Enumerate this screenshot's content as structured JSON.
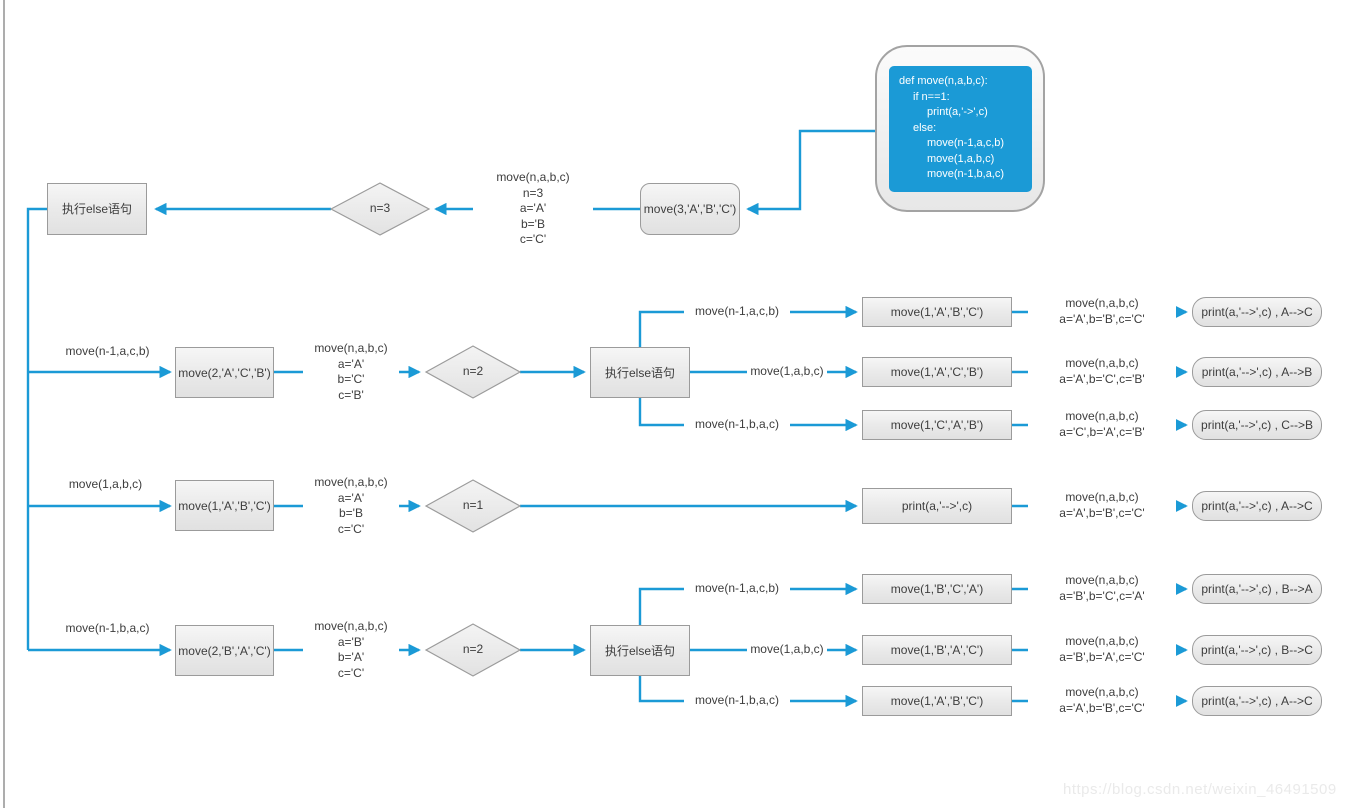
{
  "colors": {
    "accent_blue": "#1b9ad6",
    "box_border": "#9b9b9b",
    "box_fill": "#efefef"
  },
  "watermark": "https://blog.csdn.net/weixin_46491509",
  "code": {
    "l0": "def move(n,a,b,c):",
    "l1": "if n==1:",
    "l2": "print(a,'->',c)",
    "l3": "else:",
    "l4": "move(n-1,a,c,b)",
    "l5": "move(1,a,b,c)",
    "l6": "move(n-1,b,a,c)"
  },
  "main": {
    "exec_else": "执行else语句",
    "cond": "n=3",
    "state": "move(n,a,b,c)\nn=3\na='A'\nb='B\nc='C'",
    "call": "move(3,'A','B','C')"
  },
  "g1": {
    "in_label": "move(n-1,a,c,b)",
    "call": "move(2,'A','C','B')",
    "state": "move(n,a,b,c)\na='A'\nb='C'\nc='B'",
    "cond": "n=2",
    "exec_else": "执行else语句",
    "b1": {
      "edge": "move(n-1,a,c,b)",
      "call": "move(1,'A','B','C')",
      "state": "move(n,a,b,c)\na='A',b='B',c='C'",
      "result": "print(a,'-->',c) , A-->C"
    },
    "b2": {
      "edge": "move(1,a,b,c)",
      "call": "move(1,'A','C','B')",
      "state": "move(n,a,b,c)\na='A',b='C',c='B'",
      "result": "print(a,'-->',c) , A-->B"
    },
    "b3": {
      "edge": "move(n-1,b,a,c)",
      "call": "move(1,'C','A','B')",
      "state": "move(n,a,b,c)\na='C',b='A',c='B'",
      "result": "print(a,'-->',c) , C-->B"
    }
  },
  "g2": {
    "in_label": "move(1,a,b,c)",
    "call": "move(1,'A','B','C')",
    "state": "move(n,a,b,c)\na='A'\nb='B\nc='C'",
    "cond": "n=1",
    "print_box": "print(a,'-->',c)",
    "state2": "move(n,a,b,c)\na='A',b='B',c='C'",
    "result": "print(a,'-->',c) , A-->C"
  },
  "g3": {
    "in_label": "move(n-1,b,a,c)",
    "call": "move(2,'B','A','C')",
    "state": "move(n,a,b,c)\na='B'\nb='A'\nc='C'",
    "cond": "n=2",
    "exec_else": "执行else语句",
    "b1": {
      "edge": "move(n-1,a,c,b)",
      "call": "move(1,'B','C','A')",
      "state": "move(n,a,b,c)\na='B',b='C',c='A'",
      "result": "print(a,'-->',c) , B-->A"
    },
    "b2": {
      "edge": "move(1,a,b,c)",
      "call": "move(1,'B','A','C')",
      "state": "move(n,a,b,c)\na='B',b='A',c='C'",
      "result": "print(a,'-->',c) , B-->C"
    },
    "b3": {
      "edge": "move(n-1,b,a,c)",
      "call": "move(1,'A','B','C')",
      "state": "move(n,a,b,c)\na='A',b='B',c='C'",
      "result": "print(a,'-->',c) , A-->C"
    }
  }
}
